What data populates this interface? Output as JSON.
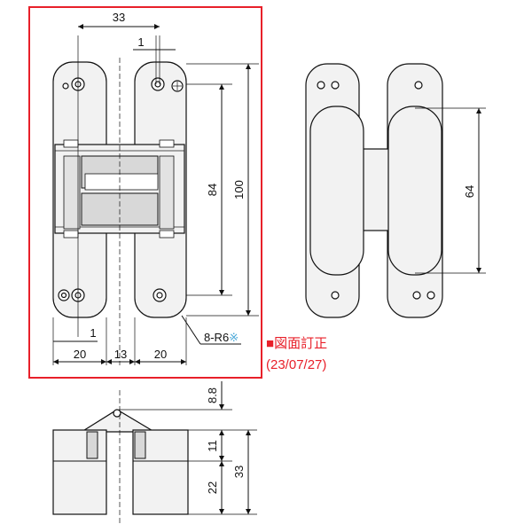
{
  "dimensions": {
    "d33_top": "33",
    "d1_top": "1",
    "d84": "84",
    "d100": "100",
    "d1_bottom": "1",
    "d20_left": "20",
    "d13": "13",
    "d20_right": "20",
    "d64": "64",
    "d8_8": "8.8",
    "d11": "11",
    "d33_side": "33",
    "d22": "22"
  },
  "radius_note": {
    "label": "8-R6",
    "mark": "※"
  },
  "revision": {
    "square": "■",
    "text": "図面訂正",
    "date": "(23/07/27)"
  },
  "colors": {
    "highlight": "#e8202a",
    "note_mark": "#4aa8d8",
    "line": "#111111",
    "fill": "#f2f2f2"
  }
}
